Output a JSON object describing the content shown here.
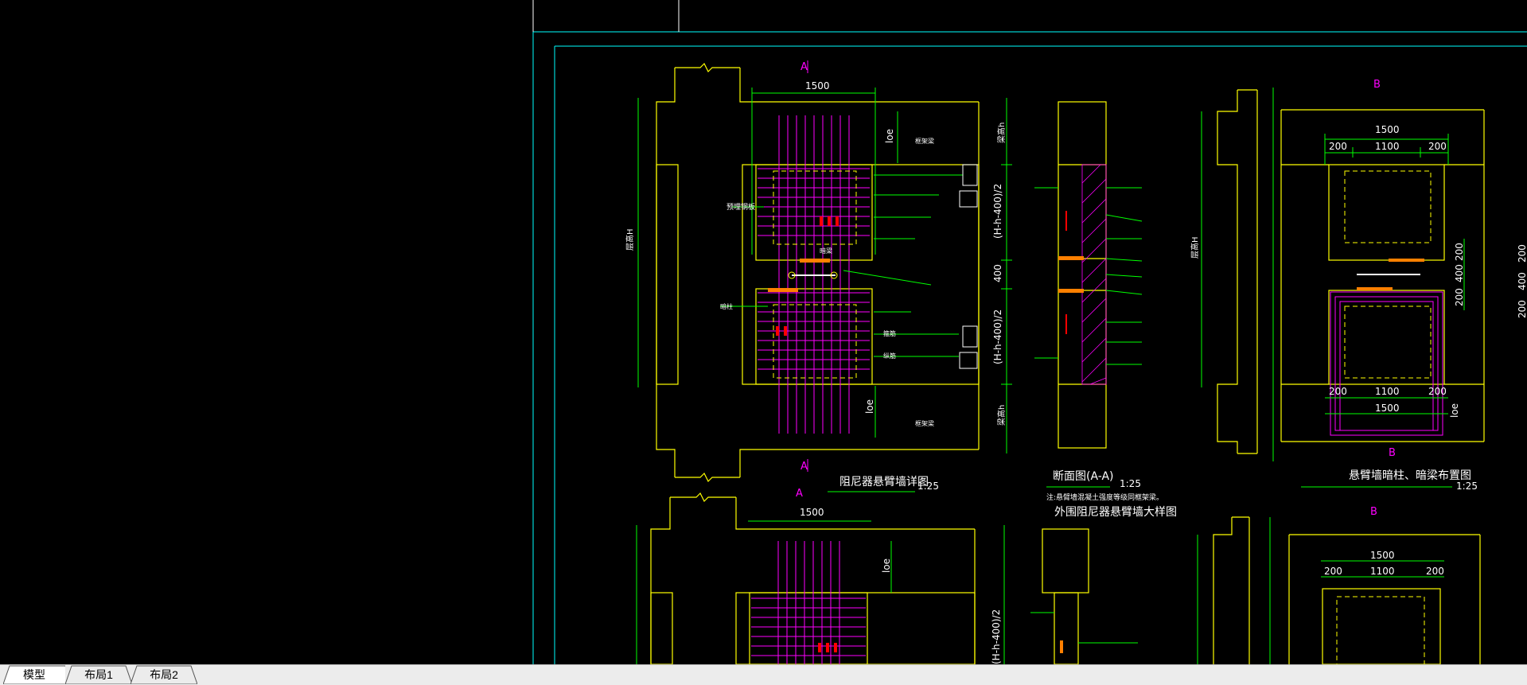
{
  "tabs": [
    {
      "label": "模型",
      "active": true
    },
    {
      "label": "布局1",
      "active": false
    },
    {
      "label": "布局2",
      "active": false
    }
  ],
  "drawing": {
    "section_marks": {
      "a": "A",
      "b": "B"
    },
    "dims": {
      "d1500": "1500",
      "d1100": "1100",
      "d200": "200",
      "d400": "400",
      "loe": "loe",
      "hh400": "(H-h-400)/2",
      "hdim": "梁高h",
      "floor_h": "层高H"
    },
    "titles": {
      "detail1": "阻尼器悬臂墙详图",
      "section": "断面图(A-A)",
      "layout": "悬臂墙暗柱、暗梁布置图",
      "detail2": "外围阻尼器悬臂墙大样图",
      "note": "注:悬臂墙混凝土强度等级同框架梁。"
    },
    "scales": {
      "s1": "1:25",
      "s2": "1:25",
      "s3": "1:25"
    },
    "labels": {
      "embedded": "预埋钢板",
      "dark_beam": "暗梁",
      "dark_col": "暗柱",
      "frame_beam": "框架梁",
      "stirrup": "箍筋",
      "rebar": "纵筋"
    }
  },
  "colors": {
    "yellow": "#ffff00",
    "green": "#00ff00",
    "magenta": "#ff00ff",
    "cyan": "#00ffff",
    "orange": "#ff8000",
    "red": "#ff0000",
    "white": "#ffffff"
  }
}
